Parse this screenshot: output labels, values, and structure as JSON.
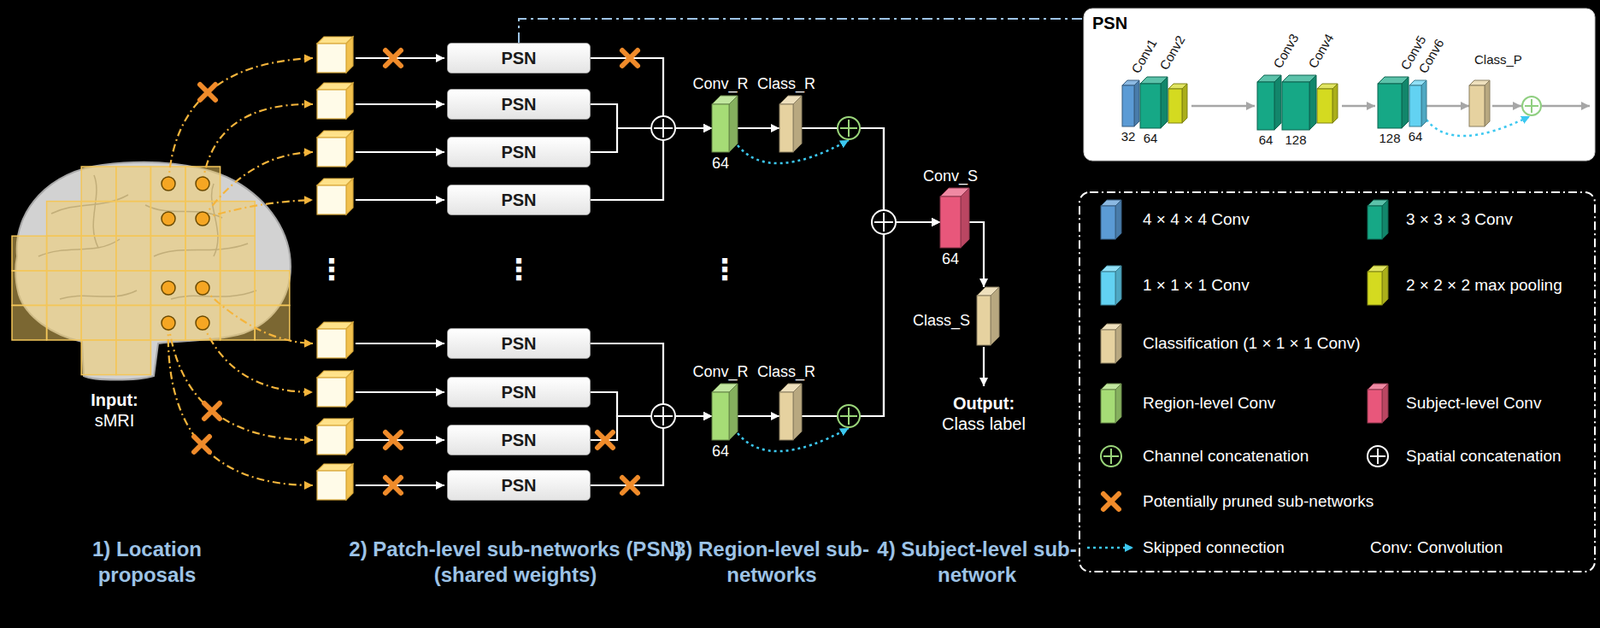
{
  "diagram": {
    "nodes": [
      {
        "text": [
          "PSN"
        ]
      },
      {
        "text": [
          "PSN"
        ]
      },
      {
        "text": [
          "PSN"
        ]
      },
      {
        "text": [
          "PSN"
        ]
      },
      {
        "text": [
          "Conv_R",
          "64"
        ]
      },
      {
        "text": [
          "Class_R"
        ]
      },
      {
        "text": [
          "Conv_S",
          "64"
        ]
      },
      {
        "text": [
          "Class_S"
        ]
      },
      {
        "text": [
          "PSN"
        ]
      },
      {
        "text": [
          "PSN"
        ]
      },
      {
        "text": [
          "PSN"
        ]
      },
      {
        "text": [
          "PSN"
        ]
      },
      {
        "text": [
          "Conv_R",
          "64"
        ]
      },
      {
        "text": [
          "Class_R"
        ]
      },
      {
        "text": [
          "PSN"
        ]
      },
      {
        "text": [
          "Conv1",
          "32"
        ],
        "in": 14
      },
      {
        "text": [
          "Conv2",
          "64"
        ],
        "in": 14
      },
      {
        "text": [
          "Conv3",
          "64"
        ],
        "in": 14
      },
      {
        "text": [
          "Conv4",
          "128"
        ],
        "in": 14
      },
      {
        "text": [
          "Conv5",
          "128"
        ],
        "in": 14
      },
      {
        "text": [
          "Conv6",
          "64"
        ],
        "in": 14
      },
      {
        "text": [
          "Class_P"
        ],
        "in": 14
      }
    ],
    "edges": [
      {
        "from": 0,
        "to": 4,
        "arrow": "to"
      },
      {
        "from": 1,
        "to": 4,
        "arrow": "to"
      },
      {
        "from": 2,
        "to": 4,
        "arrow": "to"
      },
      {
        "from": 3,
        "to": 4,
        "arrow": "to"
      },
      {
        "from": 4,
        "to": 5,
        "arrow": "to"
      },
      {
        "from": 4,
        "to": 6,
        "arrow": "to"
      },
      {
        "from": 5,
        "to": 6,
        "arrow": "to"
      },
      {
        "from": 6,
        "to": 7,
        "arrow": "to"
      },
      {
        "from": 8,
        "to": 12,
        "arrow": "to"
      },
      {
        "from": 9,
        "to": 12,
        "arrow": "to"
      },
      {
        "from": 10,
        "to": 12,
        "arrow": "to"
      },
      {
        "from": 11,
        "to": 12,
        "arrow": "to"
      },
      {
        "from": 12,
        "to": 13,
        "arrow": "to"
      },
      {
        "from": 12,
        "to": 6,
        "arrow": "to"
      },
      {
        "from": 13,
        "to": 6,
        "arrow": "to"
      },
      {
        "from": 0,
        "to": 14,
        "arrow": "none"
      },
      {
        "from": 20,
        "to": 21,
        "arrow": "to"
      }
    ],
    "labels": [
      "Input:",
      "sMRI",
      "⋮",
      "⋮",
      "⋮",
      "Output:",
      "Class label",
      "1) Location proposals",
      "2) Patch-level sub-networks (PSN) (shared weights)",
      "3) Region-level sub-networks",
      "4) Subject-level sub-network",
      "Conv: Convolution"
    ],
    "legend": [
      {
        "text": "4 × 4 × 4 Conv",
        "color": "#5b9bd5"
      },
      {
        "text": "3 × 3 × 3 Conv",
        "color": "#16a886"
      },
      {
        "text": "1 × 1 × 1 Conv",
        "color": "#62d2f2"
      },
      {
        "text": "2 × 2 × 2 max pooling",
        "color": "#d4da20"
      },
      {
        "text": "Classification (1 × 1 × 1 Conv)",
        "color": "#e6d2a0"
      },
      {
        "text": "Region-level Conv",
        "color": "#a6dc76"
      },
      {
        "text": "Subject-level Conv",
        "color": "#e8577b"
      },
      {
        "text": "Channel concatenation"
      },
      {
        "text": "Spatial concatenation"
      },
      {
        "text": "Potentially pruned sub-networks"
      },
      {
        "text": "Skipped connection"
      }
    ]
  }
}
